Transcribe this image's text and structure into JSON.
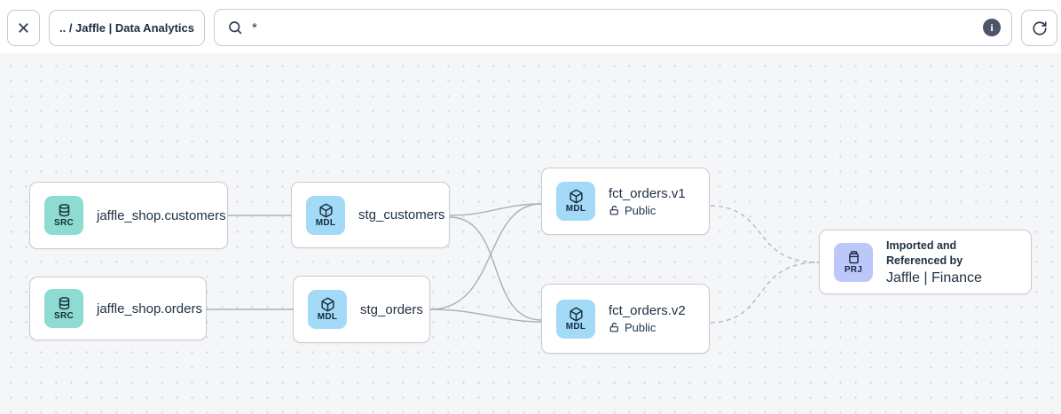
{
  "toolbar": {
    "breadcrumb": ".. / Jaffle | Data Analytics",
    "search": {
      "value": "*",
      "placeholder": ""
    },
    "info_glyph": "i",
    "icons": [
      "close-icon",
      "search-icon",
      "info-icon",
      "refresh-icon"
    ]
  },
  "graph": {
    "nodes": [
      {
        "id": "src_customers",
        "type": "SRC",
        "label": "jaffle_shop.customers"
      },
      {
        "id": "src_orders",
        "type": "SRC",
        "label": "jaffle_shop.orders"
      },
      {
        "id": "stg_customers",
        "type": "MDL",
        "label": "stg_customers"
      },
      {
        "id": "stg_orders",
        "type": "MDL",
        "label": "stg_orders"
      },
      {
        "id": "fct_orders_v1",
        "type": "MDL",
        "label": "fct_orders.v1",
        "access": "Public"
      },
      {
        "id": "fct_orders_v2",
        "type": "MDL",
        "label": "fct_orders.v2",
        "access": "Public"
      },
      {
        "id": "prj_finance",
        "type": "PRJ",
        "title": "Imported and Referenced by",
        "label": "Jaffle | Finance"
      }
    ],
    "edges": [
      {
        "from": "jaffle_shop.customers",
        "to": "stg_customers",
        "style": "solid"
      },
      {
        "from": "jaffle_shop.orders",
        "to": "stg_orders",
        "style": "solid"
      },
      {
        "from": "stg_customers",
        "to": "fct_orders.v1",
        "style": "solid"
      },
      {
        "from": "stg_customers",
        "to": "fct_orders.v2",
        "style": "solid"
      },
      {
        "from": "stg_orders",
        "to": "fct_orders.v1",
        "style": "solid"
      },
      {
        "from": "stg_orders",
        "to": "fct_orders.v2",
        "style": "solid"
      },
      {
        "from": "fct_orders.v1",
        "to": "Jaffle | Finance",
        "style": "dashed"
      },
      {
        "from": "fct_orders.v2",
        "to": "Jaffle | Finance",
        "style": "dashed"
      }
    ]
  },
  "colors": {
    "source_chip": "#8ddbd1",
    "model_chip": "#a3daf8",
    "project_chip": "#bdc8fa",
    "canvas_bg": "#f5f6f8",
    "edge": "#a9b0ba",
    "text": "#1e2f42"
  }
}
